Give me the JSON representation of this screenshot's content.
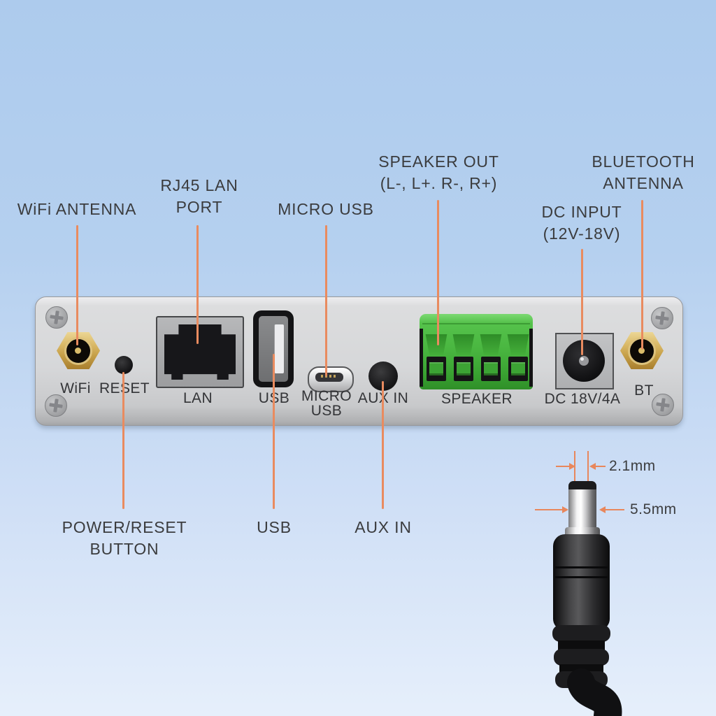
{
  "callouts_top": {
    "wifi_antenna": {
      "line1": "WiFi ANTENNA"
    },
    "rj45_lan_port": {
      "line1": "RJ45 LAN",
      "line2": "PORT"
    },
    "micro_usb": {
      "line1": "MICRO USB"
    },
    "speaker_out": {
      "line1": "SPEAKER OUT",
      "line2": "(L-, L+. R-, R+)"
    },
    "dc_input": {
      "line1": "DC INPUT",
      "line2": "(12V-18V)"
    },
    "bluetooth_antenna": {
      "line1": "BLUETOOTH",
      "line2": "ANTENNA"
    }
  },
  "callouts_bottom": {
    "power_reset_button": {
      "line1": "POWER/RESET",
      "line2": "BUTTON"
    },
    "usb": {
      "line1": "USB"
    },
    "aux_in": {
      "line1": "AUX IN"
    }
  },
  "panel_labels": {
    "wifi": "WiFi",
    "reset": "RESET",
    "lan": "LAN",
    "usb": "USB",
    "micro_usb_line1": "MICRO",
    "micro_usb_line2": "USB",
    "aux_in": "AUX IN",
    "speaker": "SPEAKER",
    "dc": "DC 18V/4A",
    "bt": "BT"
  },
  "plug_dimensions": {
    "inner": "2.1mm",
    "outer": "5.5mm"
  },
  "colors": {
    "background_top": "#ADCBED",
    "background_bottom": "#E6EFFB",
    "leader_line": "#E98B5F",
    "label_text": "#3B3C3E",
    "panel_body": "#D5D6D8",
    "speaker_terminal_green": "#4AB741",
    "antenna_gold": "#D3B162"
  }
}
